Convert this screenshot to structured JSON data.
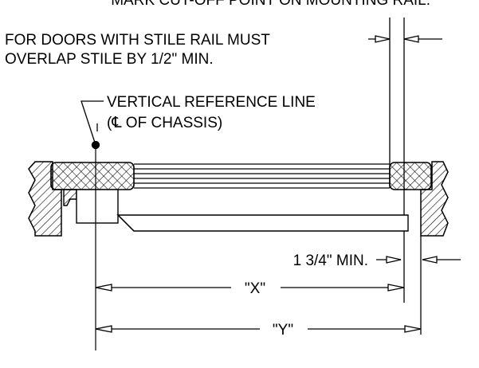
{
  "labels": {
    "top_cut": "MARK CUT-OFF POINT ON MOUNTING RAIL.",
    "stile_line1": "FOR DOORS WITH STILE RAIL MUST",
    "stile_line2": "OVERLAP STILE BY 1/2\" MIN.",
    "vref_line1": "VERTICAL REFERENCE LINE",
    "vref_line2": "(℄ OF CHASSIS)",
    "min_dim": "1 3/4\" MIN.",
    "x_dim": "\"X\"",
    "y_dim": "\"Y\""
  }
}
